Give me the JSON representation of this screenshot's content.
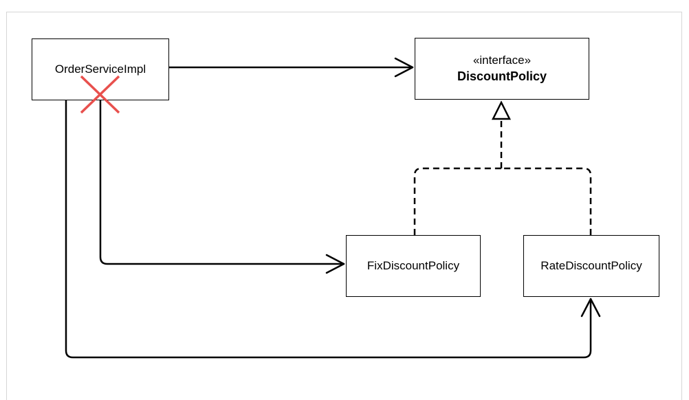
{
  "diagram": {
    "classes": {
      "order_service": {
        "name": "OrderServiceImpl"
      },
      "discount_policy": {
        "stereotype": "«interface»",
        "name": "DiscountPolicy"
      },
      "fix_discount": {
        "name": "FixDiscountPolicy"
      },
      "rate_discount": {
        "name": "RateDiscountPolicy"
      }
    },
    "relations": [
      {
        "from": "OrderServiceImpl",
        "to": "DiscountPolicy",
        "type": "dependency"
      },
      {
        "from": "OrderServiceImpl",
        "to": "FixDiscountPolicy",
        "type": "dependency",
        "crossed_out": true
      },
      {
        "from": "OrderServiceImpl",
        "to": "RateDiscountPolicy",
        "type": "dependency"
      },
      {
        "from": "FixDiscountPolicy",
        "to": "DiscountPolicy",
        "type": "realization"
      },
      {
        "from": "RateDiscountPolicy",
        "to": "DiscountPolicy",
        "type": "realization"
      }
    ],
    "colors": {
      "line": "#000000",
      "cross": "#e8504d",
      "frame_border": "#d6d6d6"
    }
  }
}
